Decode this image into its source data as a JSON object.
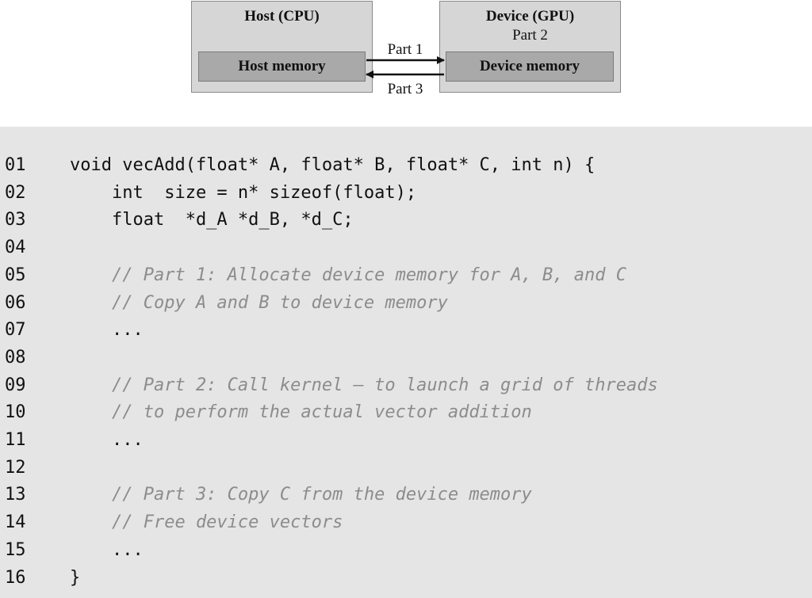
{
  "diagram": {
    "host_title": "Host (CPU)",
    "host_memory": "Host memory",
    "device_title": "Device (GPU)",
    "device_sub": "Part 2",
    "device_memory": "Device memory",
    "arrow_top_label": "Part 1",
    "arrow_bottom_label": "Part 3"
  },
  "code": {
    "lines": [
      {
        "num": "01",
        "text": "void vecAdd(float* A, float* B, float* C, int n) {",
        "comment": false
      },
      {
        "num": "02",
        "text": "    int  size = n* sizeof(float);",
        "comment": false
      },
      {
        "num": "03",
        "text": "    float  *d_A *d_B, *d_C;",
        "comment": false
      },
      {
        "num": "04",
        "text": "",
        "comment": false
      },
      {
        "num": "05",
        "text": "    // Part 1: Allocate device memory for A, B, and C",
        "comment": true
      },
      {
        "num": "06",
        "text": "    // Copy A and B to device memory",
        "comment": true
      },
      {
        "num": "07",
        "text": "    ...",
        "comment": false
      },
      {
        "num": "08",
        "text": "",
        "comment": false
      },
      {
        "num": "09",
        "text": "    // Part 2: Call kernel – to launch a grid of threads",
        "comment": true
      },
      {
        "num": "10",
        "text": "    // to perform the actual vector addition",
        "comment": true
      },
      {
        "num": "11",
        "text": "    ...",
        "comment": false
      },
      {
        "num": "12",
        "text": "",
        "comment": false
      },
      {
        "num": "13",
        "text": "    // Part 3: Copy C from the device memory",
        "comment": true
      },
      {
        "num": "14",
        "text": "    // Free device vectors",
        "comment": true
      },
      {
        "num": "15",
        "text": "    ...",
        "comment": false
      },
      {
        "num": "16",
        "text": "}",
        "comment": false
      }
    ]
  }
}
